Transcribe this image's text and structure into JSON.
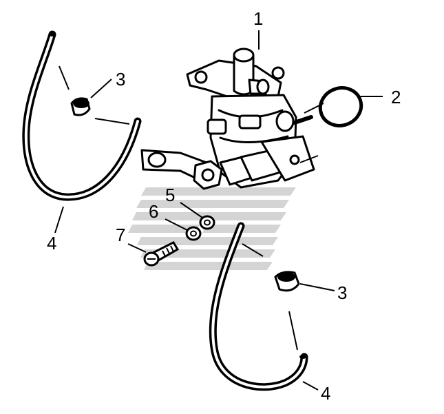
{
  "callouts": {
    "part_1": "1",
    "part_2": "2",
    "part_3_upper": "3",
    "part_3_lower": "3",
    "part_4_left": "4",
    "part_4_lower": "4",
    "part_5": "5",
    "part_6": "6",
    "part_7": "7"
  },
  "colors": {
    "ink": "#000000",
    "background": "#ffffff",
    "watermark": "#d4d4d4"
  },
  "icons": {
    "watermark": "stripe-logo-watermark"
  }
}
